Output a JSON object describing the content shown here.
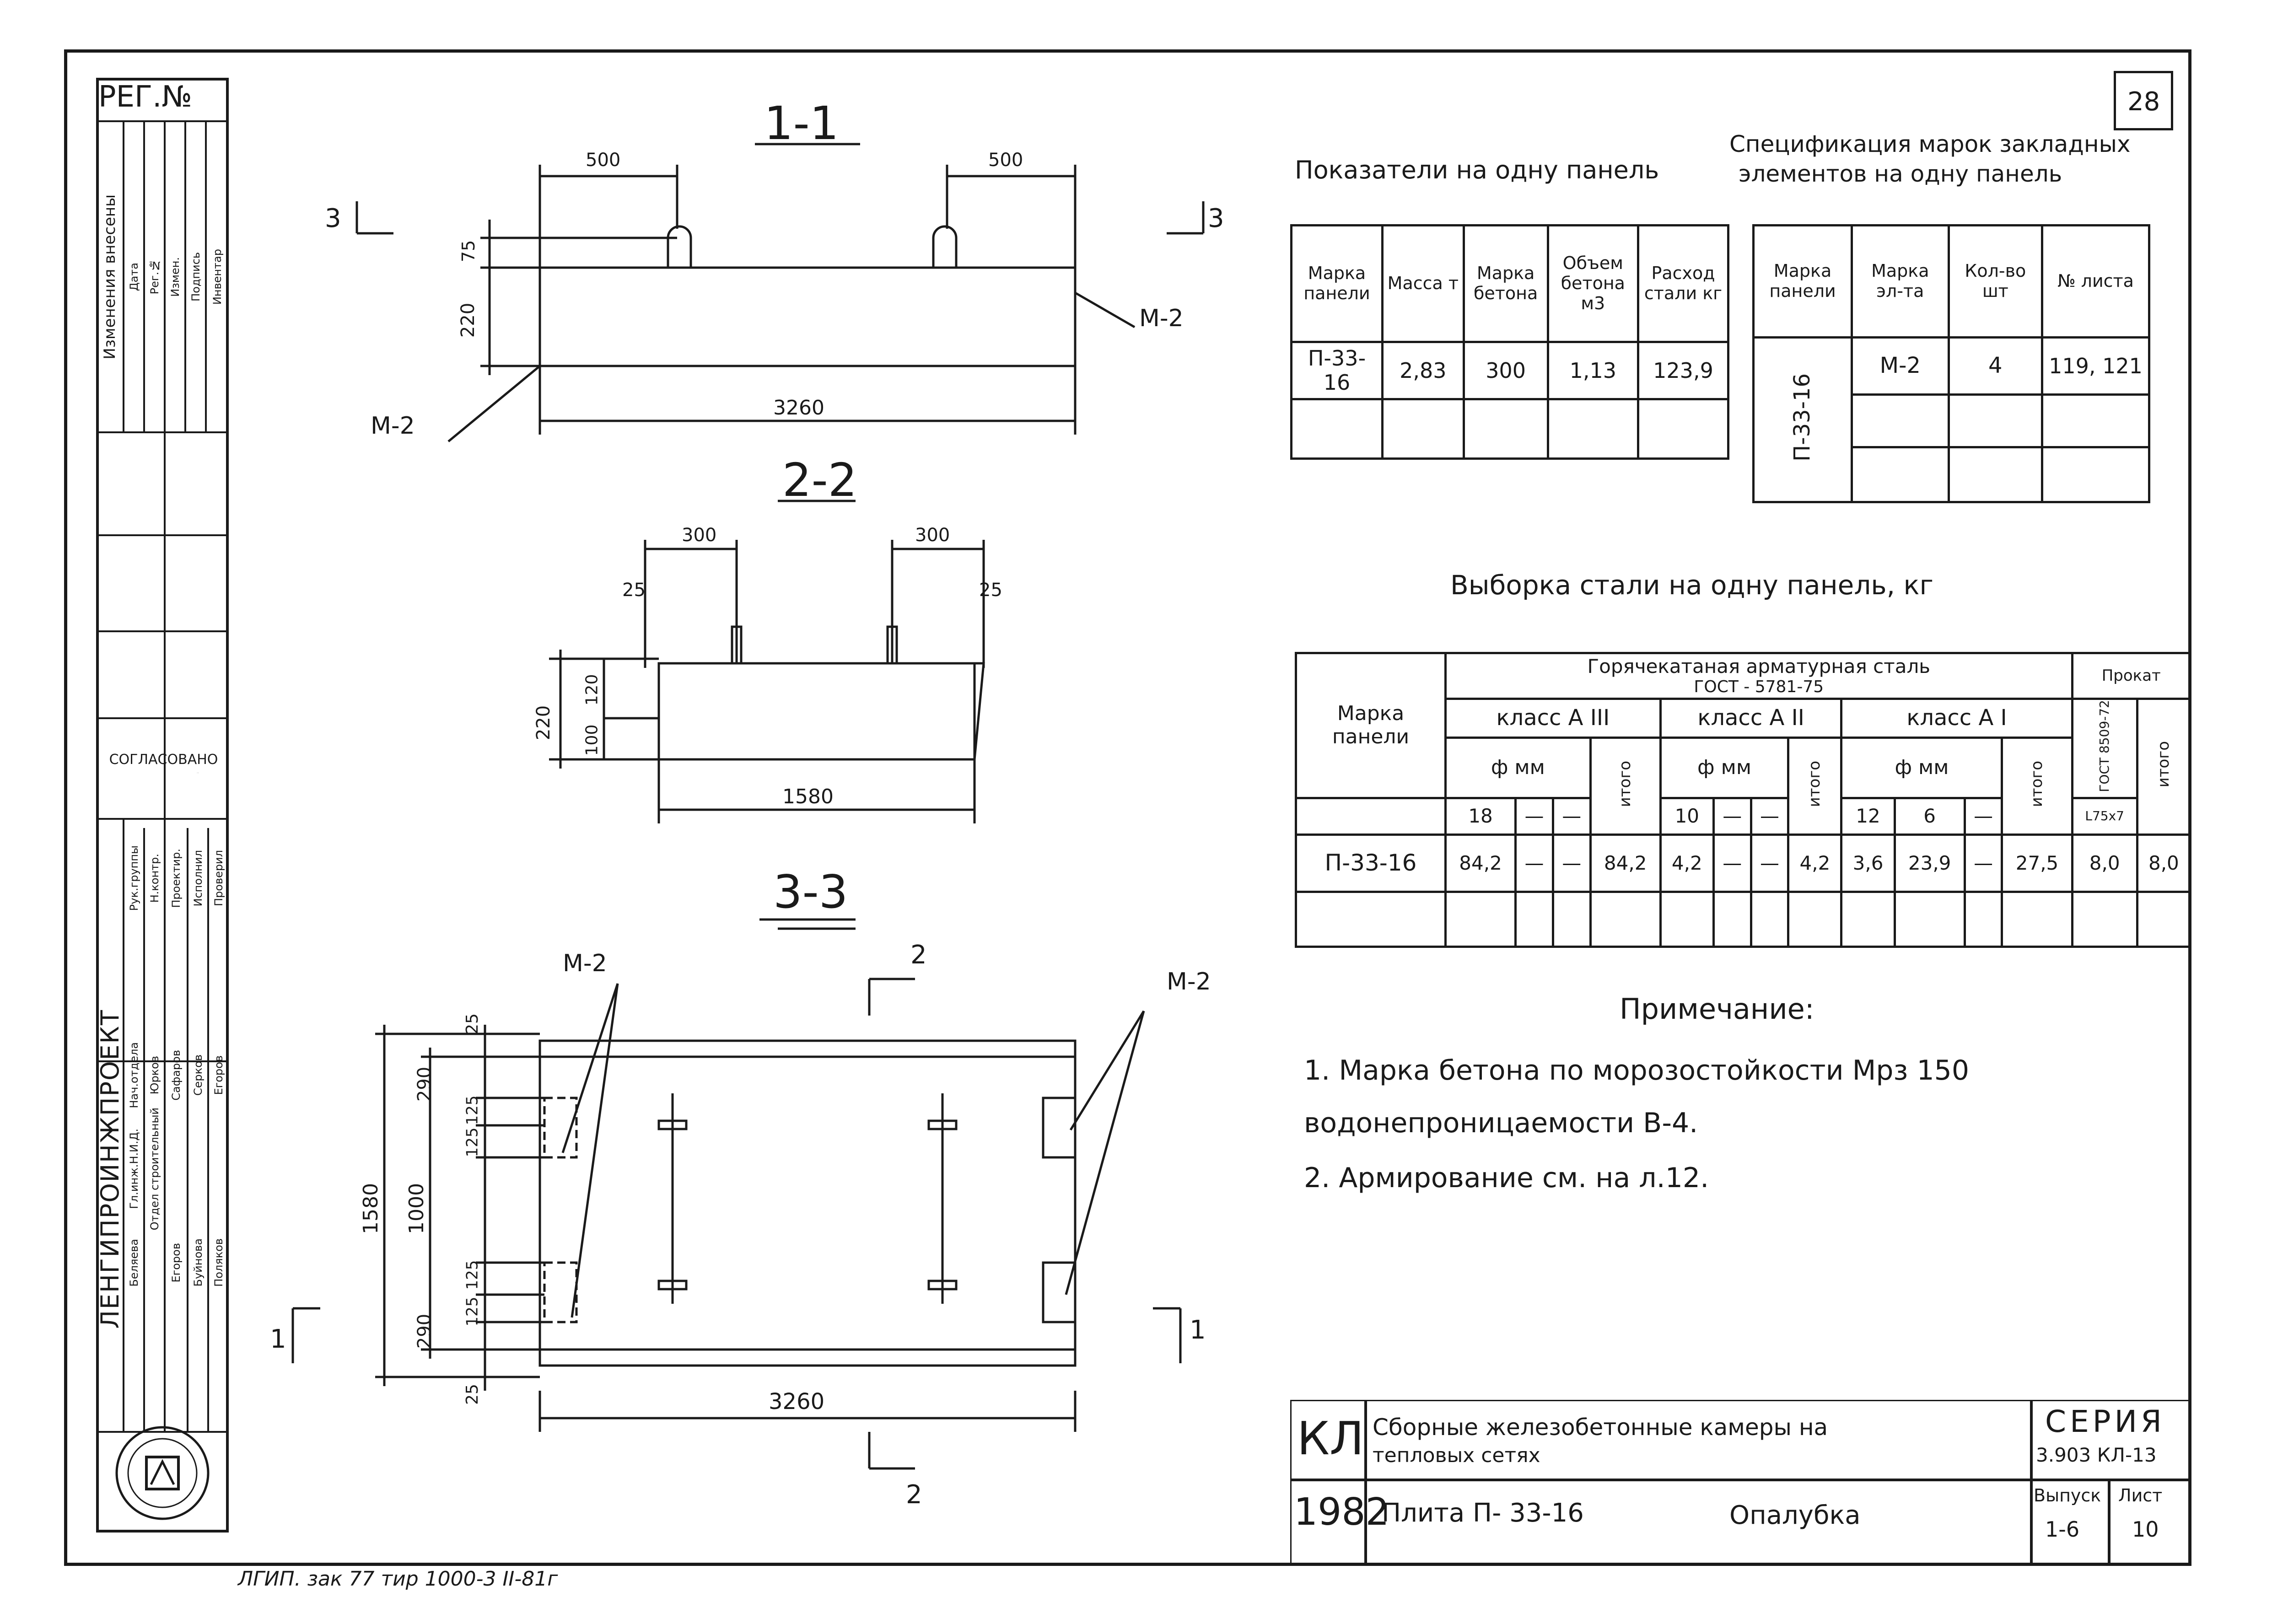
{
  "sheet": {
    "reg_label": "РЕГ.№",
    "page_number": "28",
    "bottom_note": "ЛГИП. зак 77 тир 1000-3 II-81г"
  },
  "sidebar": {
    "changes_header": "Изменения внесены",
    "changes_cols": [
      "Дата",
      "Рег.№",
      "Измен.",
      "Подпись",
      "Инвентар"
    ],
    "agreed_label": "СОГЛАСОВАНО",
    "org_name": "ЛЕНГИПРОИНЖПРОЕКТ",
    "roles": [
      "Гл.инж.Н.И.Д.",
      "Рук.группы",
      "Н.контр.",
      "Проектир.",
      "Исполнил",
      "Проверил",
      "Нач.отдела",
      "Отдел строительный"
    ],
    "names": [
      "Юрков",
      "Егоров",
      "Поляков",
      "Сафаров",
      "Серков",
      "Егоров",
      "Беляева",
      "Буйнова",
      "Беляева"
    ]
  },
  "section_1": {
    "title": "1-1",
    "dim_500_left": "500",
    "dim_500_right": "500",
    "dim_75": "75",
    "dim_220": "220",
    "dim_3260": "3260",
    "label_m2_right": "М-2",
    "label_m2_left": "М-2",
    "cut_3_left": "3",
    "cut_3_right": "3"
  },
  "section_2": {
    "title": "2-2",
    "dim_300_left": "300",
    "dim_300_right": "300",
    "dim_25_left": "25",
    "dim_25_right": "25",
    "dim_220": "220",
    "dim_120": "120",
    "dim_100": "100",
    "dim_1580": "1580"
  },
  "section_3": {
    "title": "3-3",
    "label_m2_left": "М-2",
    "label_m2_right": "М-2",
    "cut_2_top": "2",
    "cut_2_bottom": "2",
    "cut_1_left": "1",
    "cut_1_right": "1",
    "dim_1580": "1580",
    "dim_1000": "1000",
    "dim_290_top": "290",
    "dim_290_bottom": "290",
    "dim_25_top": "25",
    "dim_25_bottom": "25",
    "dim_125_a": "125",
    "dim_125_b": "125",
    "dim_125_c": "125",
    "dim_125_d": "125",
    "dim_3260": "3260"
  },
  "indicators": {
    "title": "Показатели на одну панель",
    "headers": [
      "Марка панели",
      "Масса т",
      "Марка бетона",
      "Объем бетона м3",
      "Расход стали кг"
    ],
    "row": [
      "П-33-16",
      "2,83",
      "300",
      "1,13",
      "123,9"
    ]
  },
  "embedded": {
    "title_line1": "Спецификация марок закладных",
    "title_line2": "элементов на одну панель",
    "headers": [
      "Марка панели",
      "Марка эл-та",
      "Кол-во шт",
      "№ листа"
    ],
    "panel": "П-33-16",
    "row": [
      "М-2",
      "4",
      "119, 121"
    ]
  },
  "steel": {
    "title": "Выборка стали на одну панель, кг",
    "panel_header": "Марка панели",
    "group_header_line1": "Горячекатаная арматурная сталь",
    "group_header_line2": "ГОСТ - 5781-75",
    "rolled_header": "Прокат",
    "class_a3": "класс А III",
    "class_a2": "класс А II",
    "class_a1": "класс А I",
    "dia_mm": "ф мм",
    "total": "итого",
    "gost_rolled": "ГОСТ 8509-72",
    "rolled_size": "L75х7",
    "dias": [
      "18",
      "—",
      "—",
      "10",
      "—",
      "—",
      "12",
      "6",
      "—"
    ],
    "panel": "П-33-16",
    "values": [
      "84,2",
      "—",
      "—",
      "84,2",
      "4,2",
      "—",
      "—",
      "4,2",
      "3,6",
      "23,9",
      "—",
      "27,5",
      "8,0",
      "8,0"
    ]
  },
  "notes": {
    "title": "Примечание:",
    "line1": "1. Марка бетона по морозостойкости Мрз 150",
    "line2": "водонепроницаемости В-4.",
    "line3": "2. Армирование см. на л.12."
  },
  "title_block": {
    "kl": "КЛ",
    "year": "1982",
    "title_line1": "Сборные железобетонные камеры на",
    "title_line2": "тепловых сетях",
    "item": "Плита П- 33-16",
    "type": "Опалубка",
    "series_label": "СЕРИЯ",
    "series_value": "3.903 КЛ-13",
    "issue_label": "Выпуск",
    "issue_value": "1-6",
    "sheet_label": "Лист",
    "sheet_value": "10"
  }
}
